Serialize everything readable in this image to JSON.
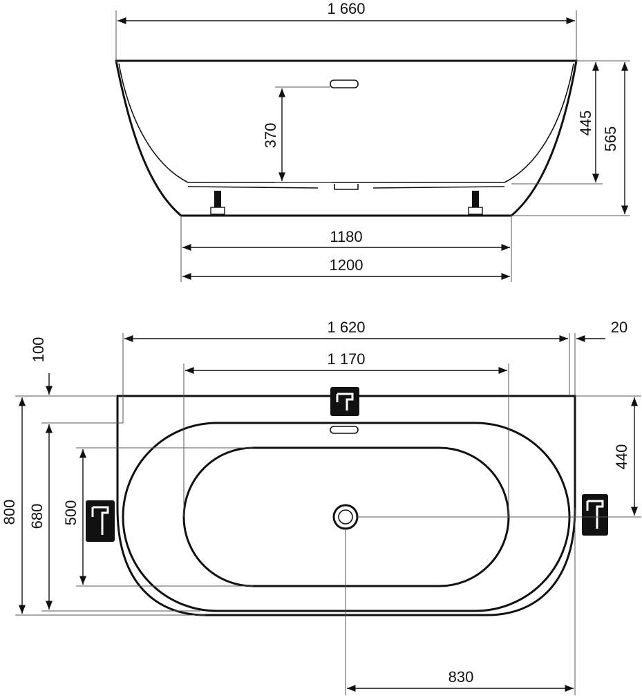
{
  "side_view": {
    "dims": {
      "overall_length": "1 660",
      "overflow_height": "370",
      "inner_height": "445",
      "total_height": "565",
      "base_inner": "1180",
      "base_outer": "1200"
    }
  },
  "top_view": {
    "dims": {
      "overall_length": "1 620",
      "wall_gap": "20",
      "back_offset": "100",
      "inner_length": "1 170",
      "total_width": "800",
      "rim_width": "680",
      "inner_width": "500",
      "drain_from_back": "440",
      "drain_from_side": "830"
    },
    "icons": [
      "faucet-icon",
      "faucet-icon",
      "faucet-icon"
    ]
  }
}
